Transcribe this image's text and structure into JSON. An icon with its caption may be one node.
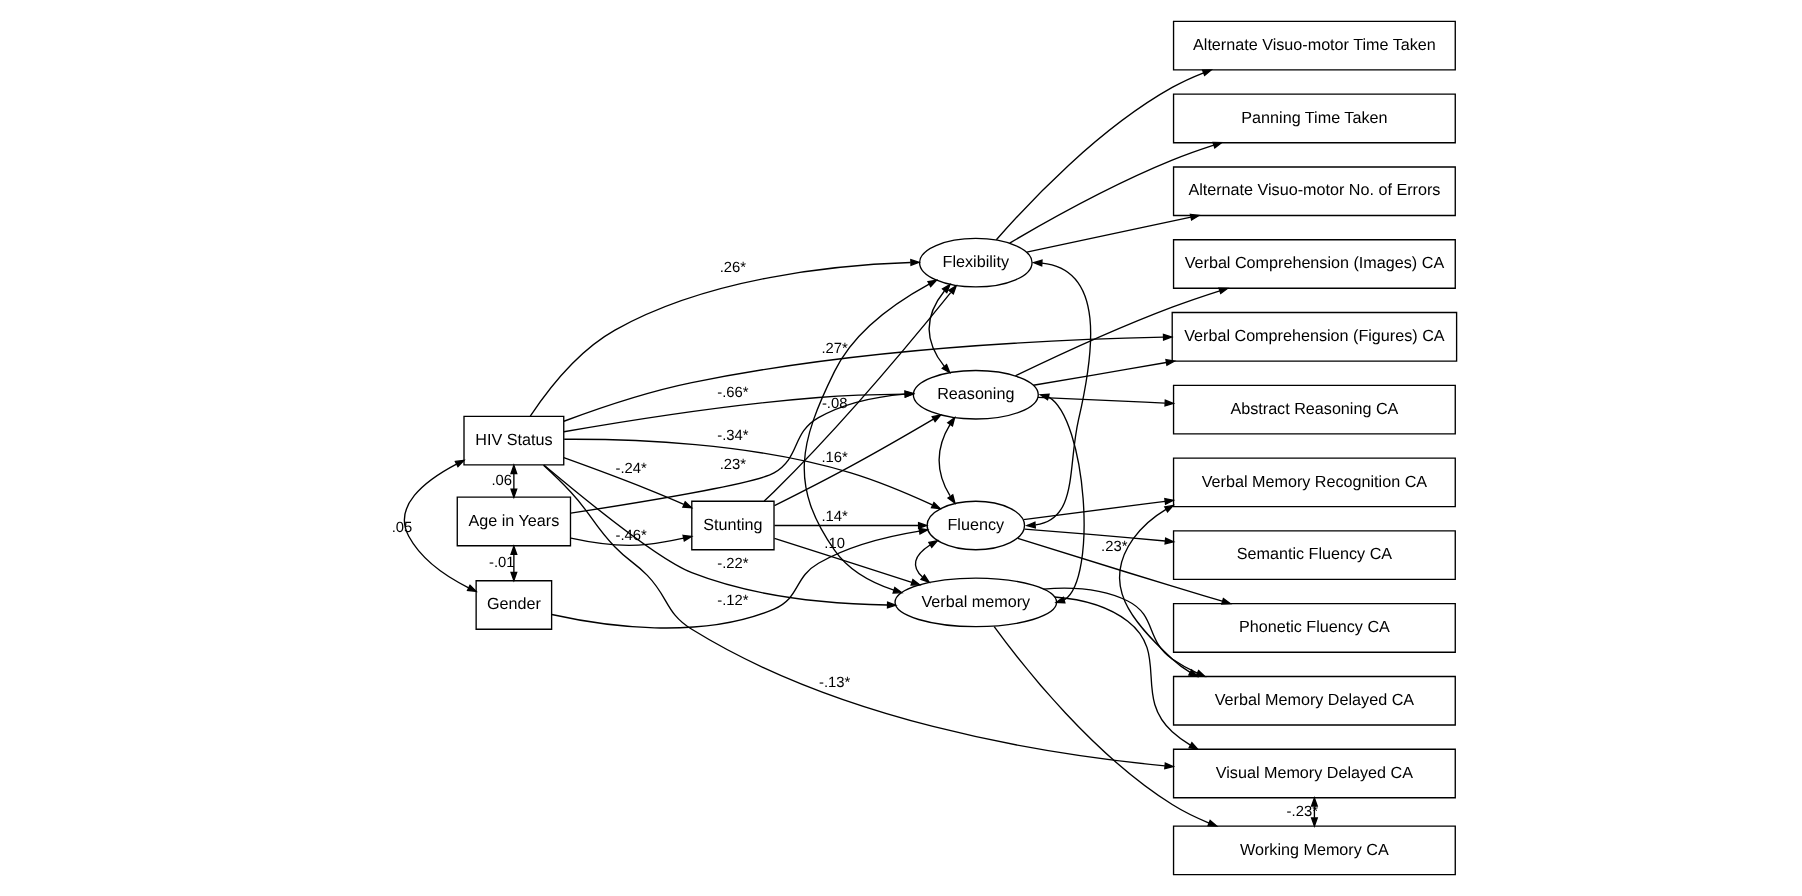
{
  "diagram": {
    "nodes": [
      {
        "text": [
          "HIV Status"
        ]
      },
      {
        "text": [
          "Age in Years"
        ]
      },
      {
        "text": [
          "Gender"
        ]
      },
      {
        "text": [
          "Stunting"
        ]
      },
      {
        "text": [
          "Flexibility"
        ]
      },
      {
        "text": [
          "Reasoning"
        ]
      },
      {
        "text": [
          "Fluency"
        ]
      },
      {
        "text": [
          "Verbal memory"
        ]
      },
      {
        "text": [
          "Alternate Visuo-motor Time Taken"
        ]
      },
      {
        "text": [
          "Panning Time Taken"
        ]
      },
      {
        "text": [
          "Alternate Visuo-motor No. of Errors"
        ]
      },
      {
        "text": [
          "Verbal Comprehension (Images) CA"
        ]
      },
      {
        "text": [
          "Verbal Comprehension (Figures) CA"
        ]
      },
      {
        "text": [
          "Abstract Reasoning CA"
        ]
      },
      {
        "text": [
          "Verbal Memory Recognition CA"
        ]
      },
      {
        "text": [
          "Semantic Fluency CA"
        ]
      },
      {
        "text": [
          "Phonetic Fluency CA"
        ]
      },
      {
        "text": [
          "Verbal Memory Delayed CA"
        ]
      },
      {
        "text": [
          "Visual Memory Delayed CA"
        ]
      },
      {
        "text": [
          "Working Memory CA"
        ]
      }
    ],
    "edges": [
      {
        "from": 0,
        "to": 2,
        "arrow": "both",
        "label": ".05"
      },
      {
        "from": 0,
        "to": 1,
        "arrow": "both",
        "label": ".06"
      },
      {
        "from": 1,
        "to": 2,
        "arrow": "both",
        "label": "-.01"
      },
      {
        "from": 0,
        "to": 4,
        "arrow": "to",
        "label": ".26*"
      },
      {
        "from": 0,
        "to": 12,
        "arrow": "to",
        "label": ".27*"
      },
      {
        "from": 0,
        "to": 5,
        "arrow": "to",
        "label": "-.66*"
      },
      {
        "from": 0,
        "to": 3,
        "arrow": "to",
        "label": "-.24*"
      },
      {
        "from": 0,
        "to": 6,
        "arrow": "to",
        "label": "-.34*"
      },
      {
        "from": 0,
        "to": 7,
        "arrow": "to",
        "label": "-.22*"
      },
      {
        "from": 0,
        "to": 18,
        "arrow": "to",
        "label": "-.13*"
      },
      {
        "from": 1,
        "to": 5,
        "arrow": "to",
        "label": ".23*"
      },
      {
        "from": 1,
        "to": 3,
        "arrow": "to",
        "label": "-.46*"
      },
      {
        "from": 2,
        "to": 6,
        "arrow": "to",
        "label": "-.12*"
      },
      {
        "from": 3,
        "to": 4,
        "arrow": "to",
        "label": "-.08"
      },
      {
        "from": 3,
        "to": 5,
        "arrow": "to",
        "label": ".16*"
      },
      {
        "from": 3,
        "to": 6,
        "arrow": "to",
        "label": ".14*"
      },
      {
        "from": 3,
        "to": 7,
        "arrow": "to",
        "label": ".10"
      },
      {
        "from": 4,
        "to": 8,
        "arrow": "to"
      },
      {
        "from": 4,
        "to": 9,
        "arrow": "to"
      },
      {
        "from": 4,
        "to": 10,
        "arrow": "to"
      },
      {
        "from": 5,
        "to": 11,
        "arrow": "to"
      },
      {
        "from": 5,
        "to": 12,
        "arrow": "to"
      },
      {
        "from": 5,
        "to": 13,
        "arrow": "to"
      },
      {
        "from": 6,
        "to": 14,
        "arrow": "to"
      },
      {
        "from": 6,
        "to": 15,
        "arrow": "to"
      },
      {
        "from": 6,
        "to": 16,
        "arrow": "to"
      },
      {
        "from": 7,
        "to": 17,
        "arrow": "to"
      },
      {
        "from": 7,
        "to": 18,
        "arrow": "to"
      },
      {
        "from": 7,
        "to": 19,
        "arrow": "to"
      },
      {
        "from": 4,
        "to": 5,
        "arrow": "both"
      },
      {
        "from": 4,
        "to": 6,
        "arrow": "both"
      },
      {
        "from": 4,
        "to": 7,
        "arrow": "both"
      },
      {
        "from": 5,
        "to": 6,
        "arrow": "both"
      },
      {
        "from": 5,
        "to": 7,
        "arrow": "both"
      },
      {
        "from": 6,
        "to": 7,
        "arrow": "both"
      },
      {
        "from": 14,
        "to": 17,
        "arrow": "both",
        "label": ".23*"
      },
      {
        "from": 18,
        "to": 19,
        "arrow": "both",
        "label": "-.23*"
      }
    ]
  }
}
